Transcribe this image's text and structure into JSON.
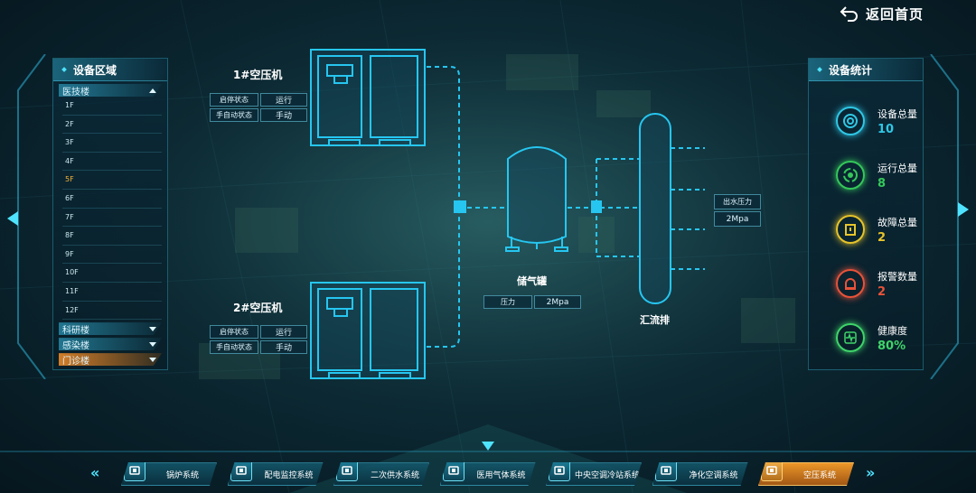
{
  "header": {
    "back_label": "返回首页"
  },
  "left_panel": {
    "title": "设备区域",
    "buildings": [
      {
        "label": "医技楼",
        "expanded": true
      },
      {
        "label": "科研楼",
        "expanded": false
      },
      {
        "label": "感染楼",
        "expanded": false
      },
      {
        "label": "门诊楼",
        "expanded": false,
        "highlight": true
      }
    ],
    "floors": [
      "1F",
      "2F",
      "3F",
      "4F",
      "5F",
      "6F",
      "7F",
      "8F",
      "9F",
      "10F",
      "11F",
      "12F"
    ],
    "active_floor": "5F"
  },
  "right_panel": {
    "title": "设备统计",
    "stats": [
      {
        "label": "设备总量",
        "value": "10",
        "color": "#2fc8e6",
        "icon": "target-icon"
      },
      {
        "label": "运行总量",
        "value": "8",
        "color": "#35c85a",
        "icon": "power-ring-icon"
      },
      {
        "label": "故障总量",
        "value": "2",
        "color": "#e7c42a",
        "icon": "warning-box-icon"
      },
      {
        "label": "报警数量",
        "value": "2",
        "color": "#e8533a",
        "icon": "alarm-light-icon"
      },
      {
        "label": "健康度",
        "value": "80%",
        "color": "#3fd46a",
        "icon": "heartbeat-icon"
      }
    ]
  },
  "diagram": {
    "compressor1": {
      "title": "1#空压机",
      "rows": [
        {
          "key": "启停状态",
          "value": "运行"
        },
        {
          "key": "手自动状态",
          "value": "手动"
        }
      ]
    },
    "compressor2": {
      "title": "2#空压机",
      "rows": [
        {
          "key": "启停状态",
          "value": "运行"
        },
        {
          "key": "手自动状态",
          "value": "手动"
        }
      ]
    },
    "tank": {
      "title": "储气罐",
      "pressure_key": "压力",
      "pressure_value": "2Mpa"
    },
    "manifold": {
      "title": "汇流排",
      "out_key": "出水压力",
      "out_value": "2Mpa"
    },
    "line_color": "#26c6f0"
  },
  "bottom_nav": {
    "items": [
      {
        "label": "锅炉系统",
        "icon": "boiler-icon",
        "active": false
      },
      {
        "label": "配电监控系统",
        "icon": "power-distribution-icon",
        "active": false
      },
      {
        "label": "二次供水系统",
        "icon": "water-supply-icon",
        "active": false
      },
      {
        "label": "医用气体系统",
        "icon": "medical-gas-icon",
        "active": false
      },
      {
        "label": "中央空调冷站系统",
        "icon": "air-conditioner-icon",
        "active": false
      },
      {
        "label": "净化空调系统",
        "icon": "fan-icon",
        "active": false
      },
      {
        "label": "空压系统",
        "icon": "compressor-icon",
        "active": true
      }
    ]
  },
  "colors": {
    "accent": "#26c6f0",
    "active_orange": "#e8962c"
  }
}
